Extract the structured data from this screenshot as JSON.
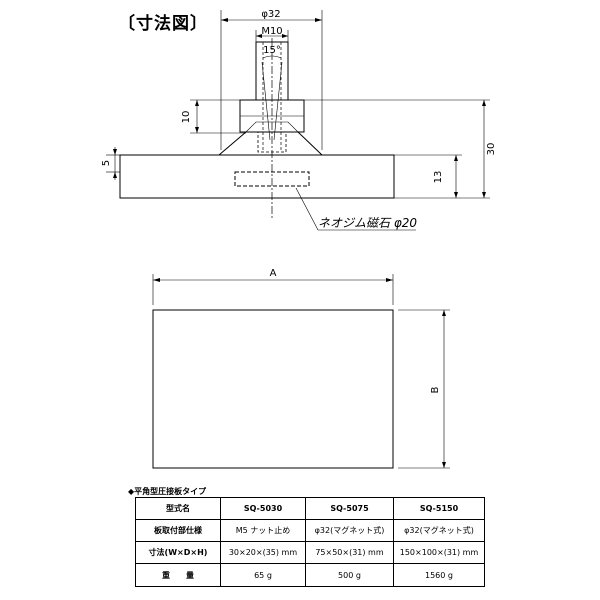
{
  "title": "〔寸法図〕",
  "top_view": {
    "dim_phi32": "φ32",
    "dim_m10": "M10",
    "dim_angle": "15°",
    "dim_10": "10",
    "dim_5": "5",
    "dim_30": "30",
    "dim_13": "13",
    "callout": "ネオジム磁石 φ20"
  },
  "plan_view": {
    "dim_a": "A",
    "dim_b": "B"
  },
  "table": {
    "caption": "◆平角型圧接板タイプ",
    "headers": [
      "型式名",
      "SQ-5030",
      "SQ-5075",
      "SQ-5150"
    ],
    "rows": [
      [
        "板取付部仕様",
        "M5 ナット止め",
        "φ32(マグネット式)",
        "φ32(マグネット式)"
      ],
      [
        "寸法(W×D×H)",
        "30×20×(35) mm",
        "75×50×(31) mm",
        "150×100×(31) mm"
      ],
      [
        "重　　量",
        "65 g",
        "500 g",
        "1560 g"
      ]
    ]
  }
}
